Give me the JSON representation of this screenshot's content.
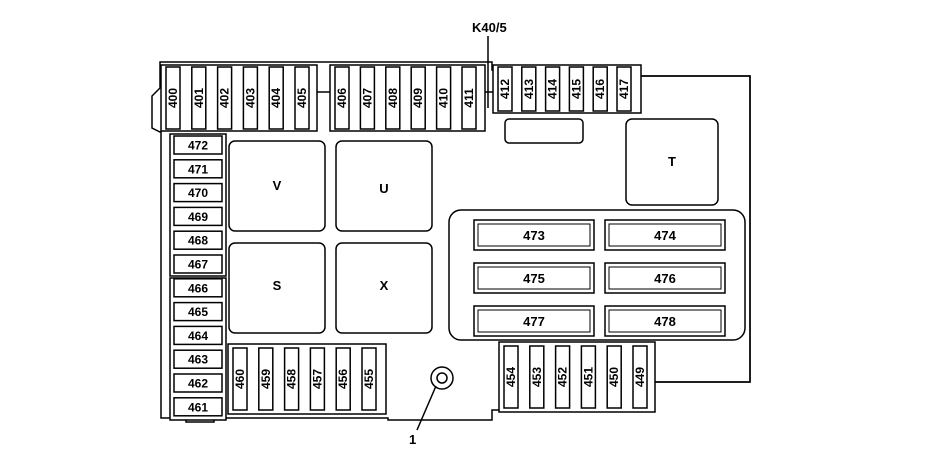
{
  "title_label": "K40/5",
  "callout_label": "1",
  "fuses_top_left": [
    "400",
    "401",
    "402",
    "403",
    "404",
    "405"
  ],
  "fuses_top_mid": [
    "406",
    "407",
    "408",
    "409",
    "410",
    "411"
  ],
  "fuses_top_right": [
    "412",
    "413",
    "414",
    "415",
    "416",
    "417"
  ],
  "fuses_left": [
    "472",
    "471",
    "470",
    "469",
    "468",
    "467",
    "466",
    "465",
    "464",
    "463",
    "462",
    "461"
  ],
  "fuses_bottom_left": [
    "460",
    "459",
    "458",
    "457",
    "456",
    "455"
  ],
  "fuses_bottom_right": [
    "454",
    "453",
    "452",
    "451",
    "450",
    "449"
  ],
  "relays": [
    "V",
    "U",
    "S",
    "X",
    "T"
  ],
  "large_fuses": [
    "473",
    "474",
    "475",
    "476",
    "477",
    "478"
  ]
}
